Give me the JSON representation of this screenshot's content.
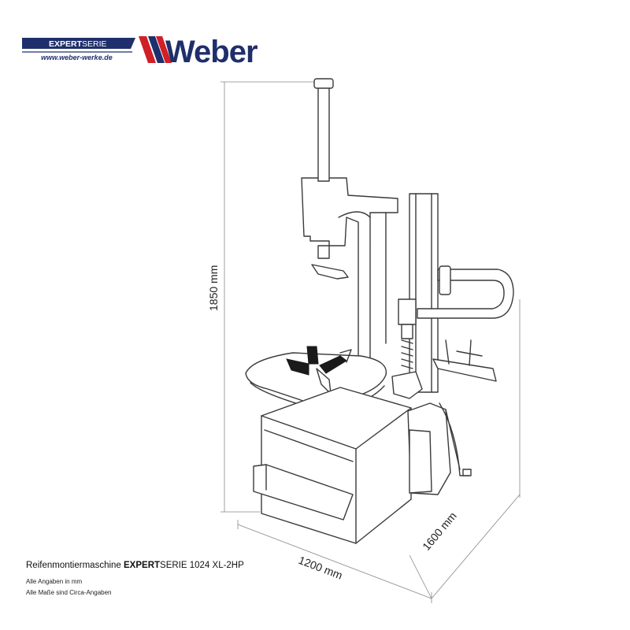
{
  "brand": {
    "series_bold": "EXPERT",
    "series_regular": "SERIE",
    "url": "www.weber-werke.de",
    "wordmark": "Weber",
    "colors": {
      "navy": "#1f2f6b",
      "red": "#d01f26"
    }
  },
  "dimensions": {
    "height": "1850 mm",
    "width": "1200 mm",
    "depth": "1600 mm"
  },
  "caption": {
    "prefix": "Reifenmontiermaschine ",
    "series_bold": "EXPERT",
    "series_regular": "SERIE",
    "model": " 1024 XL-2HP"
  },
  "notes": {
    "units": "Alle Angaben in mm",
    "approx": "Alle Maße sind Circa-Angaben"
  }
}
